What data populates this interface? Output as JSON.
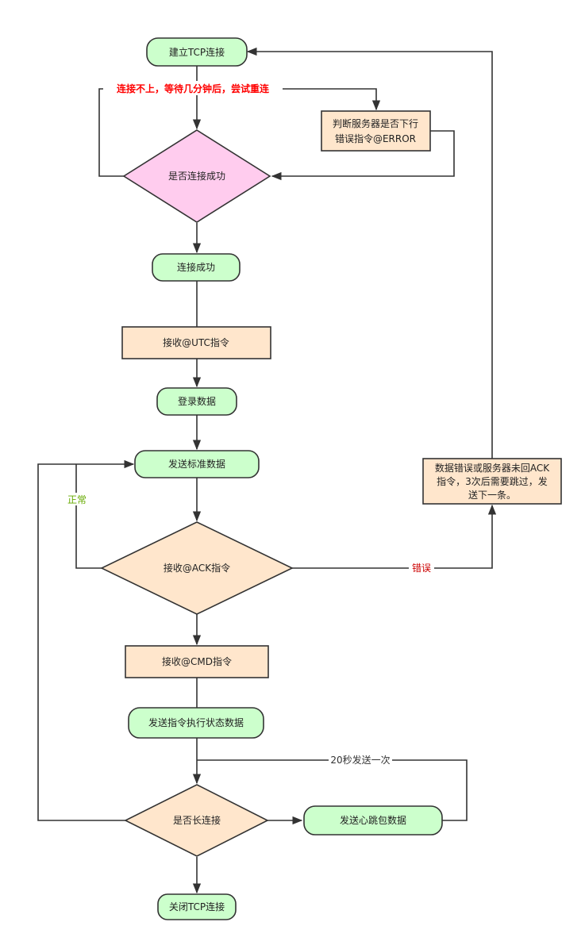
{
  "colors": {
    "green": "#ccffcc",
    "orange": "#ffe6cc",
    "pink": "#ffccee",
    "stroke": "#333333",
    "red_label": "#ff0000",
    "green_label": "#66aa00",
    "dark_red_label": "#cc0000"
  },
  "nodes": {
    "tcp_connect": "建立TCP连接",
    "check_server_error_1": "判断服务器是否下行",
    "check_server_error_2": "错误指令@ERROR",
    "connect_ok_decision": "是否连接成功",
    "connect_ok": "连接成功",
    "recv_utc": "接收@UTC指令",
    "login_data": "登录数据",
    "send_standard": "发送标准数据",
    "data_error_1": "数据错误或服务器未回ACK",
    "data_error_2": "指令，3次后需要跳过，发",
    "data_error_3": "送下一条。",
    "recv_ack_decision": "接收@ACK指令",
    "recv_cmd": "接收@CMD指令",
    "send_cmd_status": "发送指令执行状态数据",
    "keep_alive_decision": "是否长连接",
    "send_heartbeat": "发送心跳包数据",
    "close_tcp": "关闭TCP连接"
  },
  "edge_labels": {
    "retry": "连接不上，等待几分钟后，尝试重连",
    "normal": "正常",
    "error": "错误",
    "heartbeat_interval": "20秒发送一次"
  }
}
